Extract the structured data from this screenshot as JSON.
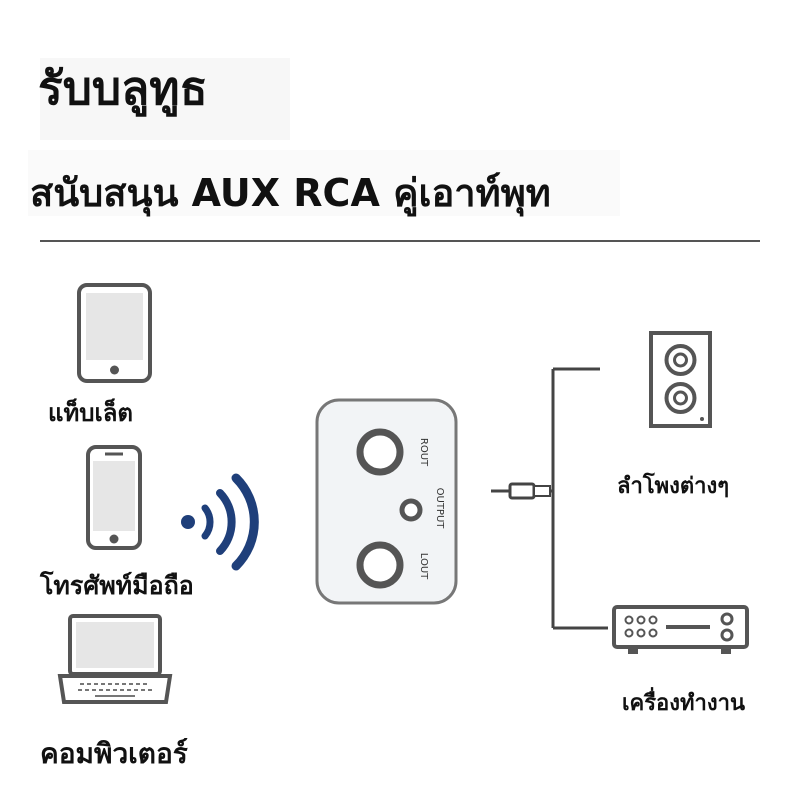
{
  "title": "รับบลูทูธ",
  "subtitle": "สนับสนุน AUX RCA คู่เอาท์พุท",
  "sources": {
    "tablet_label": "แท็บเล็ต",
    "phone_label": "โทรศัพท์มือถือ",
    "laptop_label": "คอมพิวเตอร์"
  },
  "device": {
    "rout_label": "ROUT",
    "output_label": "OUTPUT",
    "lout_label": "LOUT"
  },
  "outputs": {
    "speaker_label": "ลำโพงต่างๆ",
    "amplifier_label": "เครื่องทำงาน"
  },
  "colors": {
    "wireless_accent": "#1f3f7a",
    "line": "#444444",
    "device_fill": "#f2f4f6"
  },
  "icons": [
    "tablet-icon",
    "smartphone-icon",
    "laptop-icon",
    "bluetooth-waves-icon",
    "receiver-device-icon",
    "speaker-icon",
    "amplifier-icon",
    "aux-plug-icon"
  ]
}
